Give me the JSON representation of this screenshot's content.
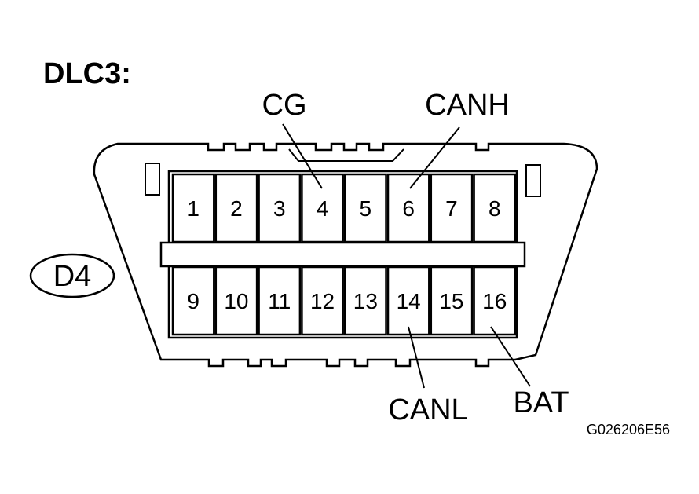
{
  "title": "DLC3:",
  "badge": "D4",
  "figure_code": "G026206E56",
  "pins_top": [
    "1",
    "2",
    "3",
    "4",
    "5",
    "6",
    "7",
    "8"
  ],
  "pins_bottom": [
    "9",
    "10",
    "11",
    "12",
    "13",
    "14",
    "15",
    "16"
  ],
  "callouts": {
    "cg": "CG",
    "canh": "CANH",
    "canl": "CANL",
    "bat": "BAT"
  }
}
